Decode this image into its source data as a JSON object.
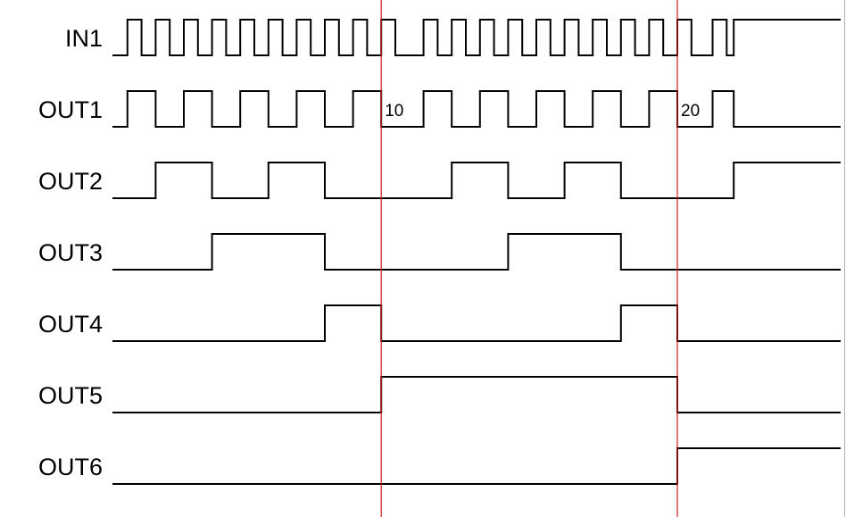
{
  "colors": {
    "background": "#ffffff",
    "waveform": "#000000",
    "marker": "#cc1f1f",
    "frame": "#b0b0b0"
  },
  "signals": [
    {
      "name": "IN1",
      "segments": [
        [
          0,
          0
        ],
        [
          0.5,
          1
        ],
        [
          1,
          0
        ],
        [
          1.5,
          1
        ],
        [
          2,
          0
        ],
        [
          2.5,
          1
        ],
        [
          3,
          0
        ],
        [
          3.5,
          1
        ],
        [
          4,
          0
        ],
        [
          4.5,
          1
        ],
        [
          5,
          0
        ],
        [
          5.5,
          1
        ],
        [
          6,
          0
        ],
        [
          6.5,
          1
        ],
        [
          7,
          0
        ],
        [
          7.5,
          1
        ],
        [
          8,
          0
        ],
        [
          8.5,
          1
        ],
        [
          9,
          0
        ],
        [
          9.5,
          1
        ],
        [
          10,
          0
        ],
        [
          11,
          1
        ],
        [
          11.5,
          0
        ],
        [
          12,
          1
        ],
        [
          12.5,
          0
        ],
        [
          13,
          1
        ],
        [
          13.5,
          0
        ],
        [
          14,
          1
        ],
        [
          14.5,
          0
        ],
        [
          15,
          1
        ],
        [
          15.5,
          0
        ],
        [
          16,
          1
        ],
        [
          16.5,
          0
        ],
        [
          17,
          1
        ],
        [
          17.5,
          0
        ],
        [
          18,
          1
        ],
        [
          18.5,
          0
        ],
        [
          19,
          1
        ],
        [
          19.5,
          0
        ],
        [
          20,
          1
        ],
        [
          20.5,
          0
        ],
        [
          21.25,
          1
        ],
        [
          21.75,
          0
        ],
        [
          22,
          1
        ]
      ]
    },
    {
      "name": "OUT1",
      "segments": [
        [
          0,
          0
        ],
        [
          0.5,
          1
        ],
        [
          1.5,
          0
        ],
        [
          2.5,
          1
        ],
        [
          3.5,
          0
        ],
        [
          4.5,
          1
        ],
        [
          5.5,
          0
        ],
        [
          6.5,
          1
        ],
        [
          7.5,
          0
        ],
        [
          8.5,
          1
        ],
        [
          9.5,
          0
        ],
        [
          11,
          1
        ],
        [
          12,
          0
        ],
        [
          13,
          1
        ],
        [
          14,
          0
        ],
        [
          15,
          1
        ],
        [
          16,
          0
        ],
        [
          17,
          1
        ],
        [
          18,
          0
        ],
        [
          19,
          1
        ],
        [
          20,
          0
        ],
        [
          21.25,
          1
        ],
        [
          22,
          0
        ]
      ]
    },
    {
      "name": "OUT2",
      "segments": [
        [
          0,
          0
        ],
        [
          1.5,
          1
        ],
        [
          3.5,
          0
        ],
        [
          5.5,
          1
        ],
        [
          7.5,
          0
        ],
        [
          12,
          1
        ],
        [
          14,
          0
        ],
        [
          16,
          1
        ],
        [
          18,
          0
        ],
        [
          22,
          1
        ]
      ]
    },
    {
      "name": "OUT3",
      "segments": [
        [
          0,
          0
        ],
        [
          3.5,
          1
        ],
        [
          7.5,
          0
        ],
        [
          14,
          1
        ],
        [
          18,
          0
        ]
      ]
    },
    {
      "name": "OUT4",
      "segments": [
        [
          0,
          0
        ],
        [
          7.5,
          1
        ],
        [
          9.5,
          0
        ],
        [
          18,
          1
        ],
        [
          20,
          0
        ]
      ]
    },
    {
      "name": "OUT5",
      "segments": [
        [
          0,
          0
        ],
        [
          9.5,
          1
        ],
        [
          20,
          0
        ]
      ]
    },
    {
      "name": "OUT6",
      "segments": [
        [
          0,
          0
        ],
        [
          20,
          1
        ]
      ]
    }
  ],
  "time_end": 23.5,
  "markers": [
    {
      "label": "10",
      "time": 9.5
    },
    {
      "label": "20",
      "time": 20
    }
  ]
}
